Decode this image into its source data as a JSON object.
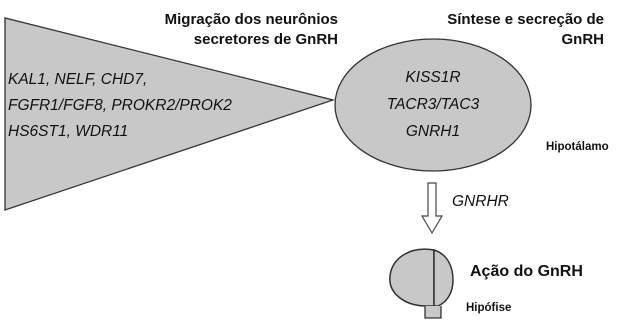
{
  "colors": {
    "fill": "#c8c8c8",
    "stroke": "#333333",
    "text": "#111111"
  },
  "migration": {
    "title_line1": "Migração dos neurônios",
    "title_line2": "secretores de GnRH",
    "genes": [
      "KAL1, NELF, CHD7,",
      "FGFR1/FGF8, PROKR2/PROK2",
      "HS6ST1, WDR11"
    ]
  },
  "synthesis": {
    "title_line1": "Síntese e secreção de",
    "title_line2": "GnRH",
    "genes": [
      "KISS1R",
      "TACR3/TAC3",
      "GNRH1"
    ],
    "location": "Hipotálamo"
  },
  "arrow": {
    "label": "GNRHR"
  },
  "pituitary": {
    "action": "Ação do GnRH",
    "location": "Hipófise"
  }
}
